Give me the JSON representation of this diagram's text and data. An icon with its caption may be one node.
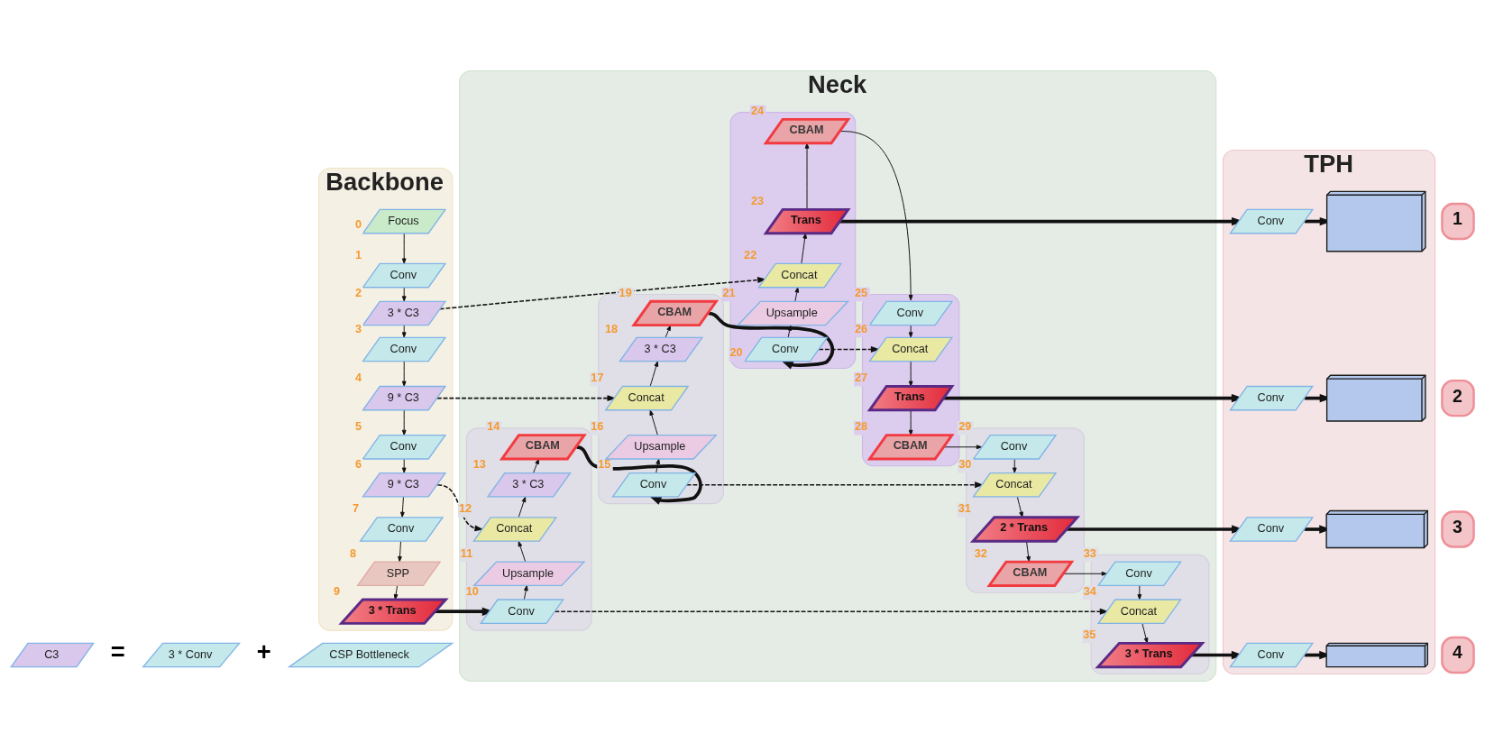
{
  "diagram": {
    "nodes": [
      {
        "text": [
          "Backbone"
        ]
      },
      {
        "text": [
          "Focus"
        ],
        "beside": [
          "0"
        ],
        "in": 0
      },
      {
        "text": [
          "Conv"
        ],
        "beside": [
          "1"
        ],
        "in": 0
      },
      {
        "text": [
          "3 * C3"
        ],
        "beside": [
          "2"
        ],
        "in": 0
      },
      {
        "text": [
          "Conv"
        ],
        "beside": [
          "3"
        ],
        "in": 0
      },
      {
        "text": [
          "9 * C3"
        ],
        "beside": [
          "4"
        ],
        "in": 0
      },
      {
        "text": [
          "Conv"
        ],
        "beside": [
          "5"
        ],
        "in": 0
      },
      {
        "text": [
          "9 * C3"
        ],
        "beside": [
          "6"
        ],
        "in": 0
      },
      {
        "text": [
          "Conv"
        ],
        "beside": [
          "7"
        ],
        "in": 0
      },
      {
        "text": [
          "SPP"
        ],
        "beside": [
          "8"
        ],
        "in": 0
      },
      {
        "text": [
          "3 * Trans"
        ],
        "beside": [
          "9"
        ],
        "in": 0
      },
      {
        "text": [
          "Neck"
        ]
      },
      {
        "text": [],
        "shape": "box",
        "in": 11
      },
      {
        "text": [
          "Conv"
        ],
        "beside": [
          "10"
        ],
        "in": 12
      },
      {
        "text": [
          "Upsample"
        ],
        "beside": [
          "11"
        ],
        "in": 12
      },
      {
        "text": [
          "Concat"
        ],
        "beside": [
          "12"
        ],
        "in": 12
      },
      {
        "text": [
          "3 * C3"
        ],
        "beside": [
          "13"
        ],
        "in": 12
      },
      {
        "text": [
          "CBAM"
        ],
        "beside": [
          "14"
        ],
        "in": 12
      },
      {
        "text": [],
        "shape": "box",
        "in": 11
      },
      {
        "text": [
          "Conv"
        ],
        "beside": [
          "15"
        ],
        "in": 18
      },
      {
        "text": [
          "Upsample"
        ],
        "beside": [
          "16"
        ],
        "in": 18
      },
      {
        "text": [
          "Concat"
        ],
        "beside": [
          "17"
        ],
        "in": 18
      },
      {
        "text": [
          "3 * C3"
        ],
        "beside": [
          "18"
        ],
        "in": 18
      },
      {
        "text": [
          "CBAM"
        ],
        "beside": [
          "19"
        ],
        "in": 18
      },
      {
        "text": [],
        "shape": "box",
        "in": 11
      },
      {
        "text": [
          "Conv"
        ],
        "beside": [
          "20"
        ],
        "in": 24
      },
      {
        "text": [
          "Upsample"
        ],
        "beside": [
          "21"
        ],
        "in": 24
      },
      {
        "text": [
          "Concat"
        ],
        "beside": [
          "22"
        ],
        "in": 24
      },
      {
        "text": [
          "Trans"
        ],
        "beside": [
          "23"
        ],
        "in": 24
      },
      {
        "text": [
          "CBAM"
        ],
        "beside": [
          "24"
        ],
        "in": 24
      },
      {
        "text": [],
        "shape": "box",
        "in": 11
      },
      {
        "text": [
          "Conv"
        ],
        "beside": [
          "25"
        ],
        "in": 30
      },
      {
        "text": [
          "Concat"
        ],
        "beside": [
          "26"
        ],
        "in": 30
      },
      {
        "text": [
          "Trans"
        ],
        "beside": [
          "27"
        ],
        "in": 30
      },
      {
        "text": [
          "CBAM"
        ],
        "beside": [
          "28"
        ],
        "in": 30
      },
      {
        "text": [],
        "shape": "box",
        "in": 11
      },
      {
        "text": [
          "Conv"
        ],
        "beside": [
          "29"
        ],
        "in": 35
      },
      {
        "text": [
          "Concat"
        ],
        "beside": [
          "30"
        ],
        "in": 35
      },
      {
        "text": [
          "2 * Trans"
        ],
        "beside": [
          "31"
        ],
        "in": 35
      },
      {
        "text": [
          "CBAM"
        ],
        "beside": [
          "32"
        ],
        "in": 35
      },
      {
        "text": [],
        "shape": "box",
        "in": 11
      },
      {
        "text": [
          "Conv"
        ],
        "beside": [
          "33"
        ],
        "in": 40
      },
      {
        "text": [
          "Concat"
        ],
        "beside": [
          "34"
        ],
        "in": 40
      },
      {
        "text": [
          "3 * Trans"
        ],
        "beside": [
          "35"
        ],
        "in": 40
      },
      {
        "text": [
          "TPH"
        ]
      },
      {
        "text": [
          "Conv"
        ],
        "in": 44
      },
      {
        "text": [],
        "shape": "cube",
        "in": 44
      },
      {
        "text": [
          "Conv"
        ],
        "in": 44
      },
      {
        "text": [],
        "shape": "cube",
        "in": 44
      },
      {
        "text": [
          "Conv"
        ],
        "in": 44
      },
      {
        "text": [],
        "shape": "cube",
        "in": 44
      },
      {
        "text": [
          "Conv"
        ],
        "in": 44
      },
      {
        "text": [],
        "shape": "cube",
        "in": 44
      },
      {
        "text": [
          "1"
        ]
      },
      {
        "text": [
          "2"
        ]
      },
      {
        "text": [
          "3"
        ]
      },
      {
        "text": [
          "4"
        ]
      },
      {
        "text": [
          "C3"
        ]
      },
      {
        "text": [
          "3 * Conv"
        ]
      },
      {
        "text": [
          "CSP Bottleneck"
        ]
      }
    ],
    "edges": [
      {
        "from": 1,
        "to": 2,
        "arrow": "to"
      },
      {
        "from": 2,
        "to": 3,
        "arrow": "to"
      },
      {
        "from": 3,
        "to": 4,
        "arrow": "to"
      },
      {
        "from": 4,
        "to": 5,
        "arrow": "to"
      },
      {
        "from": 5,
        "to": 6,
        "arrow": "to"
      },
      {
        "from": 6,
        "to": 7,
        "arrow": "to"
      },
      {
        "from": 7,
        "to": 8,
        "arrow": "to"
      },
      {
        "from": 8,
        "to": 9,
        "arrow": "to"
      },
      {
        "from": 9,
        "to": 10,
        "arrow": "to"
      },
      {
        "from": 10,
        "to": 13,
        "arrow": "to",
        "style": "thick"
      },
      {
        "from": 13,
        "to": 14,
        "arrow": "to"
      },
      {
        "from": 14,
        "to": 15,
        "arrow": "to"
      },
      {
        "from": 15,
        "to": 16,
        "arrow": "to"
      },
      {
        "from": 16,
        "to": 17,
        "arrow": "to"
      },
      {
        "from": 17,
        "to": 19,
        "arrow": "to",
        "style": "thick"
      },
      {
        "from": 19,
        "to": 20,
        "arrow": "to"
      },
      {
        "from": 20,
        "to": 21,
        "arrow": "to"
      },
      {
        "from": 21,
        "to": 22,
        "arrow": "to"
      },
      {
        "from": 22,
        "to": 23,
        "arrow": "to"
      },
      {
        "from": 23,
        "to": 25,
        "arrow": "to",
        "style": "thick"
      },
      {
        "from": 25,
        "to": 26,
        "arrow": "to"
      },
      {
        "from": 26,
        "to": 27,
        "arrow": "to"
      },
      {
        "from": 27,
        "to": 28,
        "arrow": "to"
      },
      {
        "from": 28,
        "to": 29,
        "arrow": "to"
      },
      {
        "from": 29,
        "to": 31,
        "arrow": "to"
      },
      {
        "from": 31,
        "to": 32,
        "arrow": "to"
      },
      {
        "from": 32,
        "to": 33,
        "arrow": "to"
      },
      {
        "from": 33,
        "to": 34,
        "arrow": "to"
      },
      {
        "from": 34,
        "to": 36,
        "arrow": "to"
      },
      {
        "from": 36,
        "to": 37,
        "arrow": "to"
      },
      {
        "from": 37,
        "to": 38,
        "arrow": "to"
      },
      {
        "from": 38,
        "to": 39,
        "arrow": "to"
      },
      {
        "from": 39,
        "to": 41,
        "arrow": "to"
      },
      {
        "from": 41,
        "to": 42,
        "arrow": "to"
      },
      {
        "from": 42,
        "to": 43,
        "arrow": "to"
      },
      {
        "from": 3,
        "to": 27,
        "arrow": "to",
        "style": "dashed"
      },
      {
        "from": 5,
        "to": 21,
        "arrow": "to",
        "style": "dashed"
      },
      {
        "from": 7,
        "to": 15,
        "arrow": "to",
        "style": "dashed"
      },
      {
        "from": 13,
        "to": 42,
        "arrow": "to",
        "style": "dashed"
      },
      {
        "from": 19,
        "to": 37,
        "arrow": "to",
        "style": "dashed"
      },
      {
        "from": 25,
        "to": 32,
        "arrow": "to",
        "style": "dashed"
      },
      {
        "from": 28,
        "to": 45,
        "arrow": "to",
        "style": "thick"
      },
      {
        "from": 45,
        "to": 46,
        "arrow": "to",
        "style": "thick"
      },
      {
        "from": 33,
        "to": 47,
        "arrow": "to",
        "style": "thick"
      },
      {
        "from": 47,
        "to": 48,
        "arrow": "to",
        "style": "thick"
      },
      {
        "from": 38,
        "to": 49,
        "arrow": "to",
        "style": "thick"
      },
      {
        "from": 49,
        "to": 50,
        "arrow": "to",
        "style": "thick"
      },
      {
        "from": 43,
        "to": 51,
        "arrow": "to",
        "style": "thick"
      },
      {
        "from": 51,
        "to": 52,
        "arrow": "to",
        "style": "thick"
      }
    ],
    "labels": [
      "=",
      "+"
    ]
  }
}
